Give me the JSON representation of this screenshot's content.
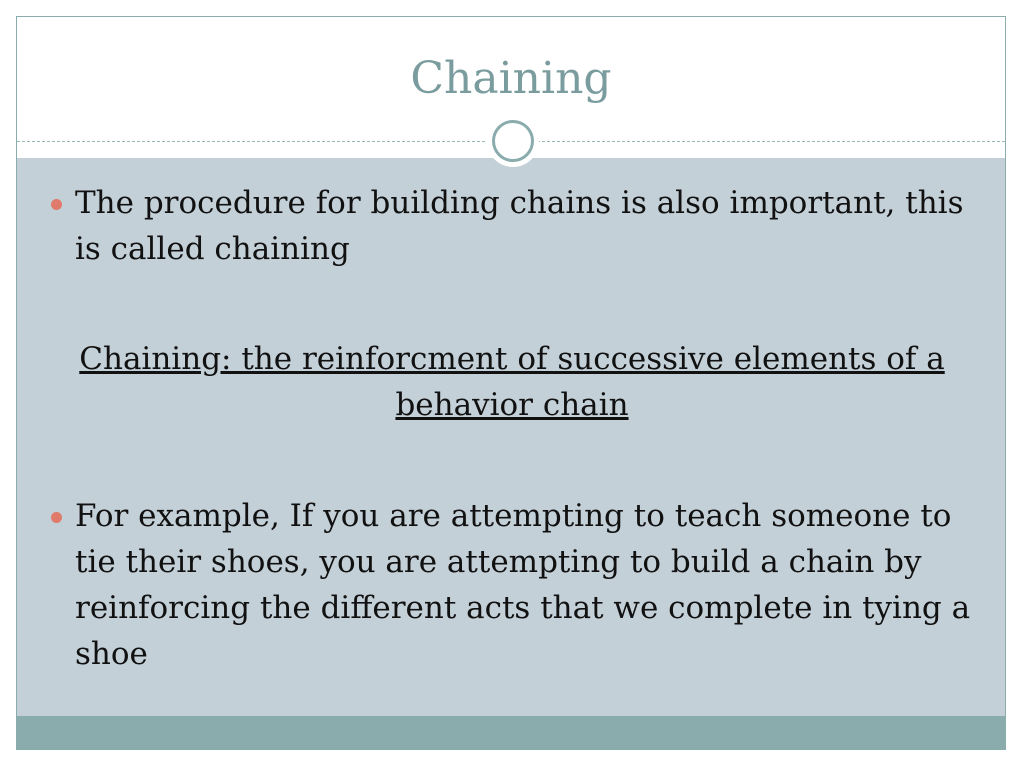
{
  "slide": {
    "title": "Chaining",
    "bullets": [
      {
        "text": "The procedure for building chains is also important, this is called chaining"
      },
      {
        "text": "For example, If you are attempting to teach someone to tie their shoes, you are attempting to build a chain by reinforcing the different acts that we complete in tying a shoe"
      }
    ],
    "definition": "Chaining: the reinforcment of successive elements of a behavior chain"
  },
  "colors": {
    "title": "#7a9c9e",
    "content_background": "#c4d0d8",
    "accent_band": "#8aacac",
    "bullet_dot": "#e07a6a"
  }
}
